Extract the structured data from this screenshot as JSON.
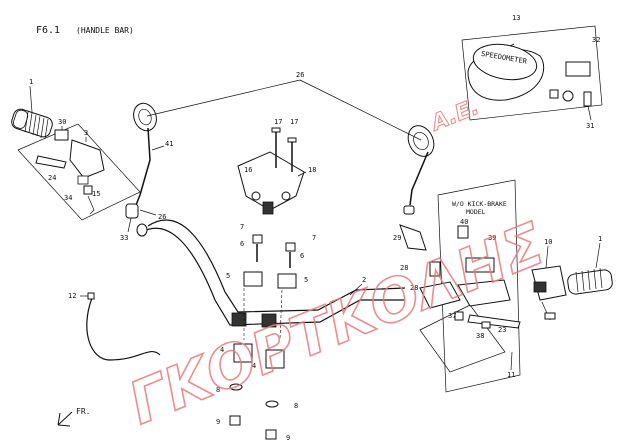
{
  "figure": {
    "id": "F6.1",
    "title": "(HANDLE BAR)",
    "direction_label": "FR.",
    "speedometer_label": "SPEEDOMETER",
    "kick_brake_note": [
      "W/O KICK-BRAKE",
      "MODEL"
    ]
  },
  "watermark": {
    "main": "ΓΚΟΡΤΚΟΛΗΣ",
    "suffix": "Α.Ε."
  },
  "callouts": [
    "1",
    "30",
    "3",
    "24",
    "34",
    "15",
    "41",
    "26",
    "13",
    "32",
    "31",
    "17",
    "18",
    "16",
    "33",
    "7",
    "6",
    "5",
    "8",
    "9",
    "4",
    "12",
    "2",
    "40",
    "39",
    "29",
    "28",
    "10",
    "37",
    "38",
    "11",
    "23"
  ]
}
